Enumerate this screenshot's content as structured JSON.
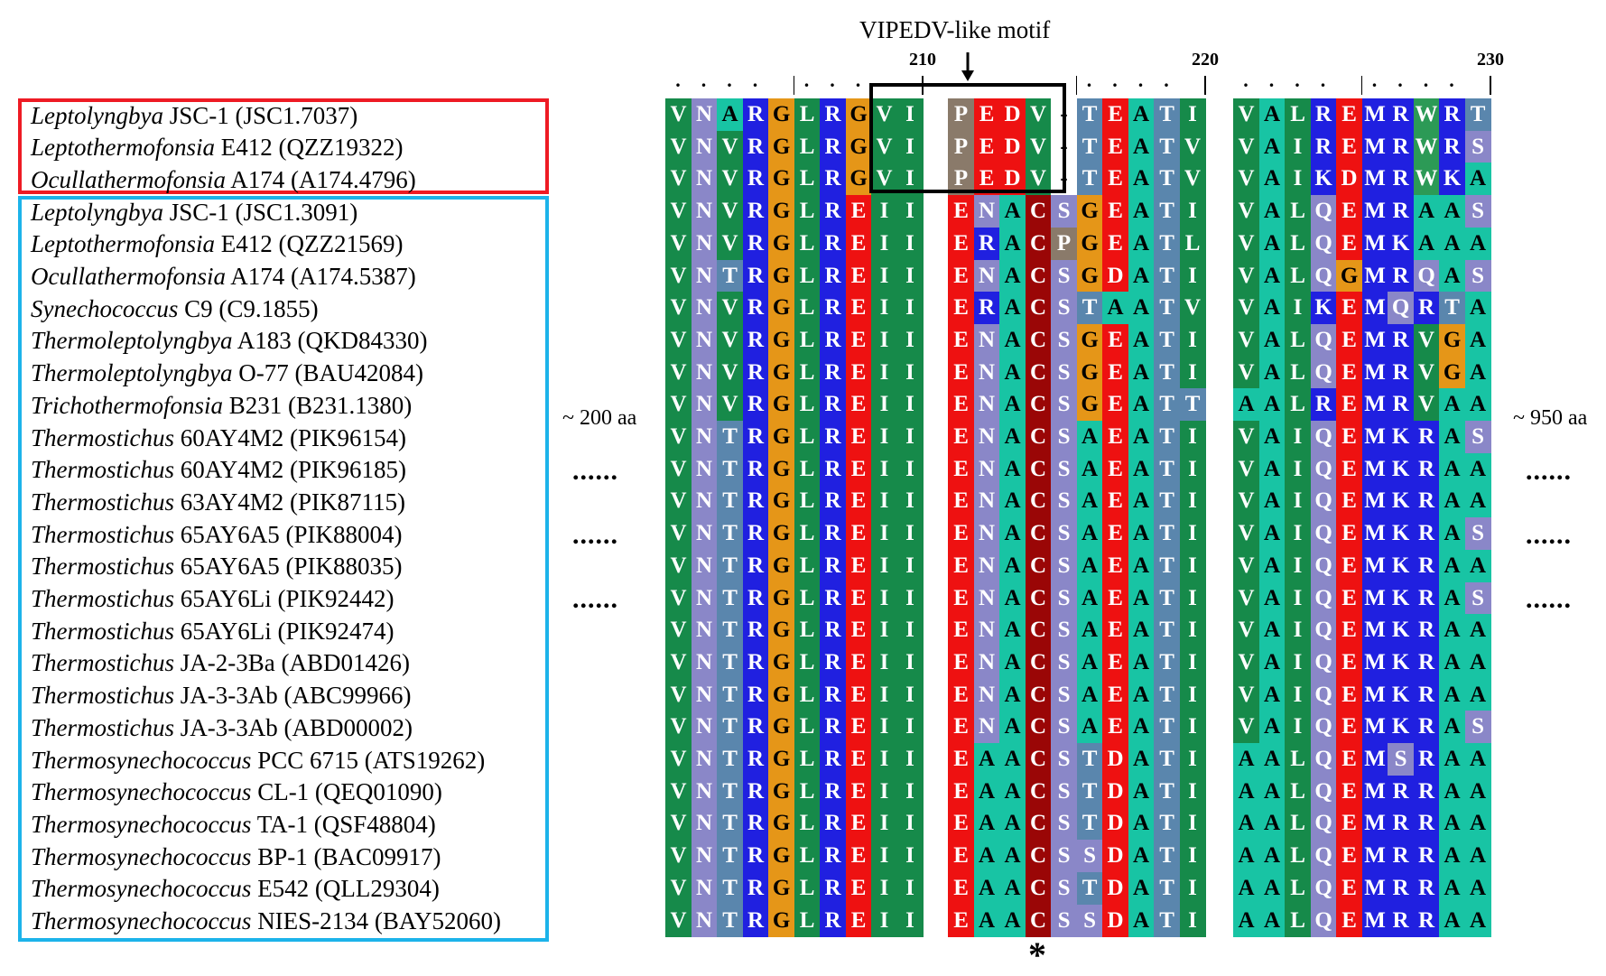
{
  "motif_label": "VIPEDV-like motif",
  "position_labels": [
    {
      "text": "210",
      "column": 9
    },
    {
      "text": "220",
      "column": 19
    },
    {
      "text": "230",
      "column": 29
    }
  ],
  "gap_left": "~ 200 aa",
  "gap_right": "~ 950 aa",
  "ellipsis": "......",
  "asterisk": "*",
  "red_group_rows": 3,
  "sequences": [
    {
      "genus": "Leptolyngbya",
      "rest": " JSC-1 (JSC1.7037)",
      "seq": "VNARGLRGVIPEDV-TEATIVALREMRWRT"
    },
    {
      "genus": "Leptothermofonsia",
      "rest": " E412 (QZZ19322)",
      "seq": "VNVRGLRGVIPEDV-TEATVVAIREMRWRS"
    },
    {
      "genus": "Ocullathermofonsia",
      "rest": " A174 (A174.4796)",
      "seq": "VNVRGLRGVIPEDV-TEATVVAIKDMRWKA"
    },
    {
      "genus": "Leptolyngbya",
      "rest": " JSC-1 (JSC1.3091)",
      "seq": "VNVRGLREIIENACSGEATIVALQEMRAAS"
    },
    {
      "genus": "Leptothermofonsia",
      "rest": " E412 (QZZ21569)",
      "seq": "VNVRGLREIIERACPGEATLVALQEMKAAA"
    },
    {
      "genus": "Ocullathermofonsia",
      "rest": " A174 (A174.5387)",
      "seq": "VNTRGLREIIENACSGDATIVALQGMRQAS"
    },
    {
      "genus": "Synechococcus",
      "rest": " C9 (C9.1855)",
      "seq": "VNVRGLREIIERACSTAATVVAIKEMQRTA"
    },
    {
      "genus": "Thermoleptolyngbya",
      "rest": " A183 (QKD84330)",
      "seq": "VNVRGLREIIENACSGEATIVALQEMRVGA"
    },
    {
      "genus": "Thermoleptolyngbya",
      "rest": " O-77 (BAU42084)",
      "seq": "VNVRGLREIIENACSGEATIVALQEMRVGA"
    },
    {
      "genus": "Trichothermofonsia",
      "rest": " B231 (B231.1380)",
      "seq": "VNVRGLREIIENACSGEATTAALREMRVAA"
    },
    {
      "genus": "Thermostichus",
      "rest": " 60AY4M2 (PIK96154)",
      "seq": "VNTRGLREIIENACSAEATIVAIQEMKRAS"
    },
    {
      "genus": "Thermostichus",
      "rest": " 60AY4M2 (PIK96185)",
      "seq": "VNTRGLREIIENACSAEATIVAIQEMKRAA"
    },
    {
      "genus": "Thermostichus",
      "rest": " 63AY4M2 (PIK87115)",
      "seq": "VNTRGLREIIENACSAEATIVAIQEMKRAA"
    },
    {
      "genus": "Thermostichus",
      "rest": " 65AY6A5 (PIK88004)",
      "seq": "VNTRGLREIIENACSAEATIVAIQEMKRAS"
    },
    {
      "genus": "Thermostichus",
      "rest": " 65AY6A5 (PIK88035)",
      "seq": "VNTRGLREIIENACSAEATIVAIQEMKRAA"
    },
    {
      "genus": "Thermostichus",
      "rest": " 65AY6Li (PIK92442)",
      "seq": "VNTRGLREIIENACSAEATIVAIQEMKRAS"
    },
    {
      "genus": "Thermostichus",
      "rest": " 65AY6Li (PIK92474)",
      "seq": "VNTRGLREIIENACSAEATIVAIQEMKRAA"
    },
    {
      "genus": "Thermostichus",
      "rest": " JA-2-3Ba (ABD01426)",
      "seq": "VNTRGLREIIENACSAEATIVAIQEMKRAA"
    },
    {
      "genus": "Thermostichus",
      "rest": " JA-3-3Ab (ABC99966)",
      "seq": "VNTRGLREIIENACSAEATIVAIQEMKRAA"
    },
    {
      "genus": "Thermostichus",
      "rest": " JA-3-3Ab (ABD00002)",
      "seq": "VNTRGLREIIENACSAEATIVAIQEMKRAS"
    },
    {
      "genus": "Thermosynechococcus",
      "rest": " PCC 6715 (ATS19262)",
      "seq": "VNTRGLREIIEAACSTDATIAALQEMSRAA"
    },
    {
      "genus": "Thermosynechococcus",
      "rest": " CL-1 (QEQ01090)",
      "seq": "VNTRGLREIIEAACSTDATIAALQEMRRAA"
    },
    {
      "genus": "Thermosynechococcus",
      "rest": " TA-1 (QSF48804)",
      "seq": "VNTRGLREIIEAACSTDATIAALQEMRRAA"
    },
    {
      "genus": "Thermosynechococcus",
      "rest": " BP-1 (BAC09917)",
      "seq": "VNTRGLREIIEAACSSDATIAALQEMRRAA"
    },
    {
      "genus": "Thermosynechococcus",
      "rest": " E542 (QLL29304)",
      "seq": "VNTRGLREIIEAACSTDATIAALQEMRRAA"
    },
    {
      "genus": "Thermosynechococcus",
      "rest": " NIES-2134 (BAY52060)",
      "seq": "VNTRGLREIIEAACSSDATIAALQEMRRAA"
    }
  ],
  "colors": {
    "V": "#168a4a",
    "I": "#168a4a",
    "L": "#168a4a",
    "N": "#8a87c8",
    "Q": "#8a87c8",
    "S": "#8a87c8",
    "T": "#5a86ad",
    "A": "#18c4a4",
    "R": "#2020e0",
    "K": "#2020e0",
    "G": "#e59618",
    "E": "#ee1111",
    "D": "#ee1111",
    "C": "#9a0606",
    "P": "#8a7a6a",
    "M": "#2020e0",
    "W": "#2c9a56",
    "red_box": "#ee1b24",
    "blue_box": "#1cb3ea"
  }
}
